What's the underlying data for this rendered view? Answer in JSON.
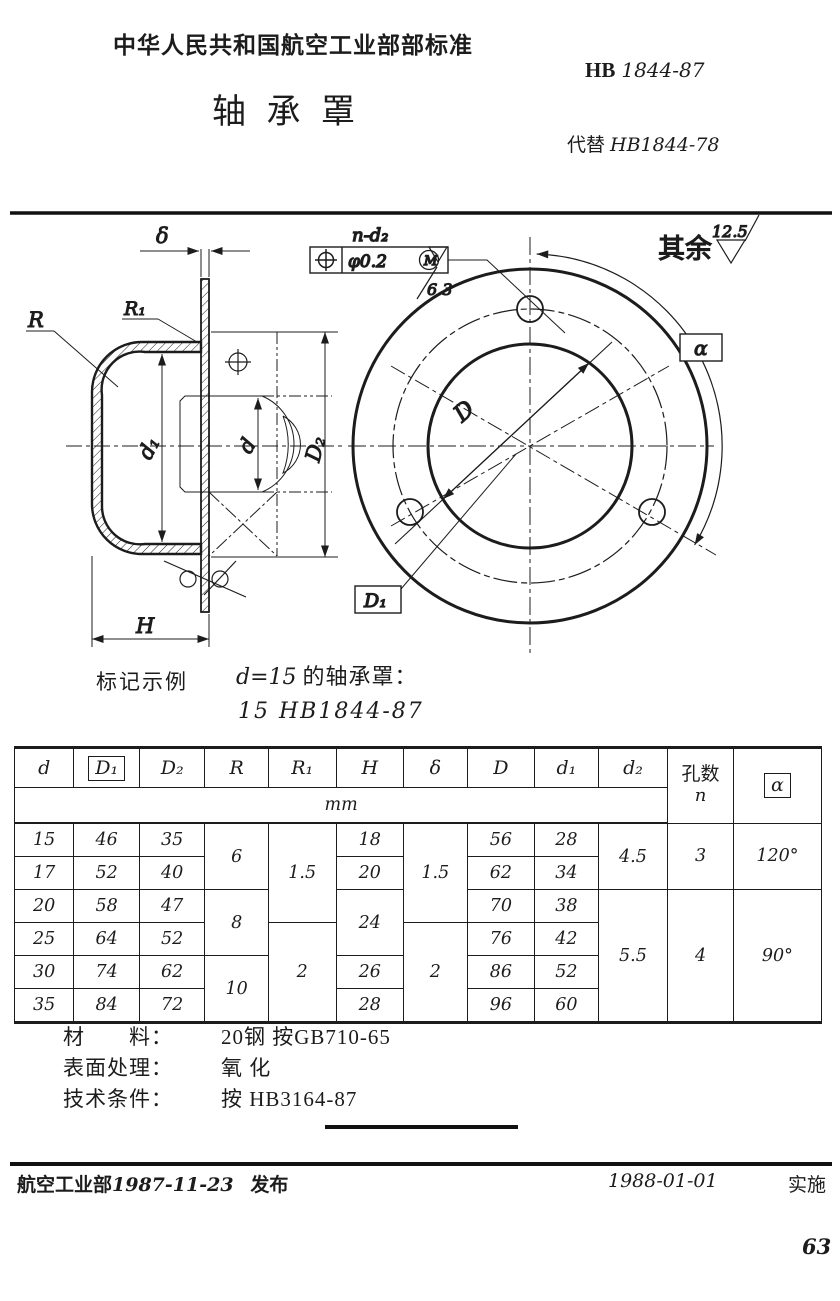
{
  "header": {
    "org": "中华人民共和国航空工业部部标准",
    "code_prefix": "HB",
    "code_number": "1844-87",
    "title": "轴 承 罩",
    "supersede_label": "代替",
    "supersede_number": "HB1844-78"
  },
  "drawing": {
    "surface_rest_label": "其余",
    "surface_rest_value": "12.5",
    "leader_roughness": "6.3",
    "fcf": {
      "holes_note": "n-d₂",
      "tolerance": "φ0.2",
      "modifier": "M"
    },
    "labels": {
      "delta": "δ",
      "R1": "R₁",
      "R": "R",
      "d1": "d₁",
      "d": "d",
      "D2": "D₂",
      "H": "H",
      "D": "D",
      "D1": "D₁",
      "alpha": "α"
    }
  },
  "example": {
    "label": "标记示例",
    "line1_symbol": "d=15",
    "line1_text": "的轴承罩：",
    "line2": "15   HB1844-87"
  },
  "table": {
    "headers": [
      "d",
      "D₁",
      "D₂",
      "R",
      "R₁",
      "H",
      "δ",
      "D",
      "d₁",
      "d₂"
    ],
    "hole_label": "孔数",
    "hole_symbol": "n",
    "alpha_header": "α",
    "unit": "mm",
    "rows": [
      [
        "15",
        "46",
        "35",
        "6",
        "1.5",
        "18",
        "1.5",
        "56",
        "28",
        "4.5",
        "3",
        "120°"
      ],
      [
        "17",
        "52",
        "40",
        "20",
        "62",
        "34"
      ],
      [
        "20",
        "58",
        "47",
        "8",
        "24",
        "70",
        "38",
        "5.5",
        "4",
        "90°"
      ],
      [
        "25",
        "64",
        "52",
        "2",
        "2",
        "76",
        "42"
      ],
      [
        "30",
        "74",
        "62",
        "10",
        "26",
        "86",
        "52"
      ],
      [
        "35",
        "84",
        "72",
        "28",
        "96",
        "60"
      ]
    ]
  },
  "notes": [
    {
      "label": "材　　料：",
      "value": "20钢 按GB710-65"
    },
    {
      "label": "表面处理：",
      "value": "氧 化"
    },
    {
      "label": "技术条件：",
      "value": "按 HB3164-87"
    }
  ],
  "footer": {
    "org": "航空工业部",
    "issue_date": "1987-11-23",
    "issue_word": "发布",
    "effective_date": "1988-01-01",
    "effective_word": "实施",
    "page": "63"
  }
}
